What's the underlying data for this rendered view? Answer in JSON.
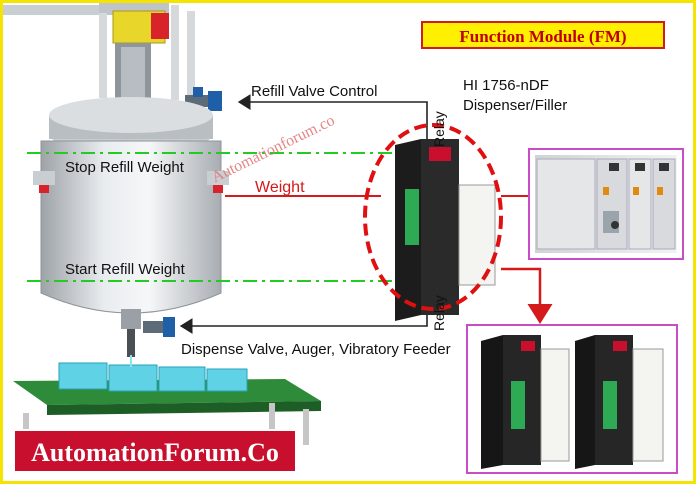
{
  "header": {
    "title": "Function Module (FM)"
  },
  "labels": {
    "refill_valve_control": "Refill Valve Control",
    "device_line1": "HI 1756-nDF",
    "device_line2": "Dispenser/Filler",
    "stop_refill_weight": "Stop Refill Weight",
    "weight": "Weight",
    "start_refill_weight": "Start Refill Weight",
    "dispense_valve": "Dispense Valve, Auger, Vibratory Feeder",
    "relay_top": "Relay",
    "relay_bottom": "Relay"
  },
  "watermark": "Automationforum.co",
  "brand": "AutomationForum.Co",
  "colors": {
    "frame": "#f5e400",
    "accent_red": "#d41a1a",
    "dash_green": "#22cc22",
    "magenta_box": "#c84cc8"
  }
}
